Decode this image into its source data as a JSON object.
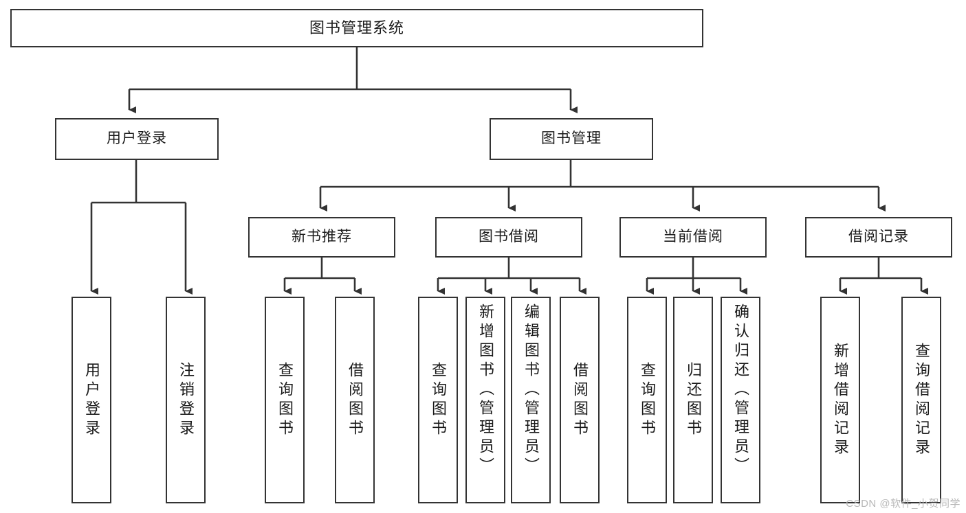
{
  "diagram": {
    "type": "tree",
    "title": "图书管理系统",
    "root": {
      "label": "图书管理系统"
    },
    "level2": [
      {
        "label": "用户登录"
      },
      {
        "label": "图书管理"
      }
    ],
    "level3": [
      {
        "label": "新书推荐"
      },
      {
        "label": "图书借阅"
      },
      {
        "label": "当前借阅"
      },
      {
        "label": "借阅记录"
      }
    ],
    "leaves": {
      "user_login": [
        {
          "label": "用户登录"
        },
        {
          "label": "注销登录"
        }
      ],
      "new_book_recommend": [
        {
          "label": "查询图书"
        },
        {
          "label": "借阅图书"
        }
      ],
      "book_borrow": [
        {
          "label": "查询图书"
        },
        {
          "label": "新增图书（管理员）"
        },
        {
          "label": "编辑图书（管理员）"
        },
        {
          "label": "借阅图书"
        }
      ],
      "current_borrow": [
        {
          "label": "查询图书"
        },
        {
          "label": "归还图书"
        },
        {
          "label": "确认归还（管理员）"
        }
      ],
      "borrow_record": [
        {
          "label": "新增借阅记录"
        },
        {
          "label": "查询借阅记录"
        }
      ]
    }
  },
  "watermark": {
    "text": "CSDN @软件_小贺同学"
  },
  "colors": {
    "stroke": "#333333",
    "background": "#ffffff",
    "text": "#1a1a1a",
    "watermark": "#b8b8b8"
  }
}
